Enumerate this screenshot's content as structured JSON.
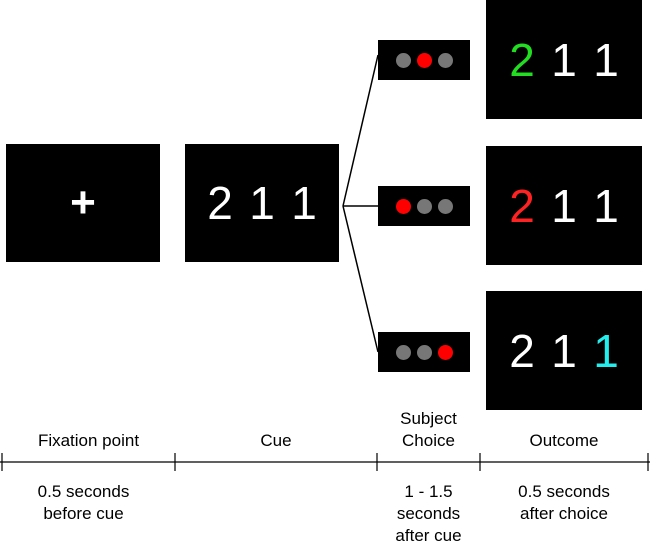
{
  "fixation": {
    "symbol": "+"
  },
  "cue": {
    "digits": [
      "2",
      "1",
      "1"
    ]
  },
  "trials": [
    {
      "choice_dot_colors": [
        "#777777",
        "#ff0000",
        "#777777"
      ],
      "outcome_digits": [
        "2",
        "1",
        "1"
      ],
      "outcome_colors": [
        "#22dd22",
        "#ffffff",
        "#ffffff"
      ]
    },
    {
      "choice_dot_colors": [
        "#ff0000",
        "#777777",
        "#777777"
      ],
      "outcome_digits": [
        "2",
        "1",
        "1"
      ],
      "outcome_colors": [
        "#ff2222",
        "#ffffff",
        "#ffffff"
      ]
    },
    {
      "choice_dot_colors": [
        "#777777",
        "#777777",
        "#ff0000"
      ],
      "outcome_digits": [
        "2",
        "1",
        "1"
      ],
      "outcome_colors": [
        "#ffffff",
        "#ffffff",
        "#22eeee"
      ]
    }
  ],
  "timeline": {
    "phases": [
      {
        "name": "Fixation point",
        "duration": "0.5 seconds\nbefore cue"
      },
      {
        "name": "Cue",
        "duration": ""
      },
      {
        "name": "Subject\nChoice",
        "duration": "1 - 1.5\nseconds\nafter cue"
      },
      {
        "name": "Outcome",
        "duration": "0.5 seconds\nafter choice"
      }
    ]
  }
}
